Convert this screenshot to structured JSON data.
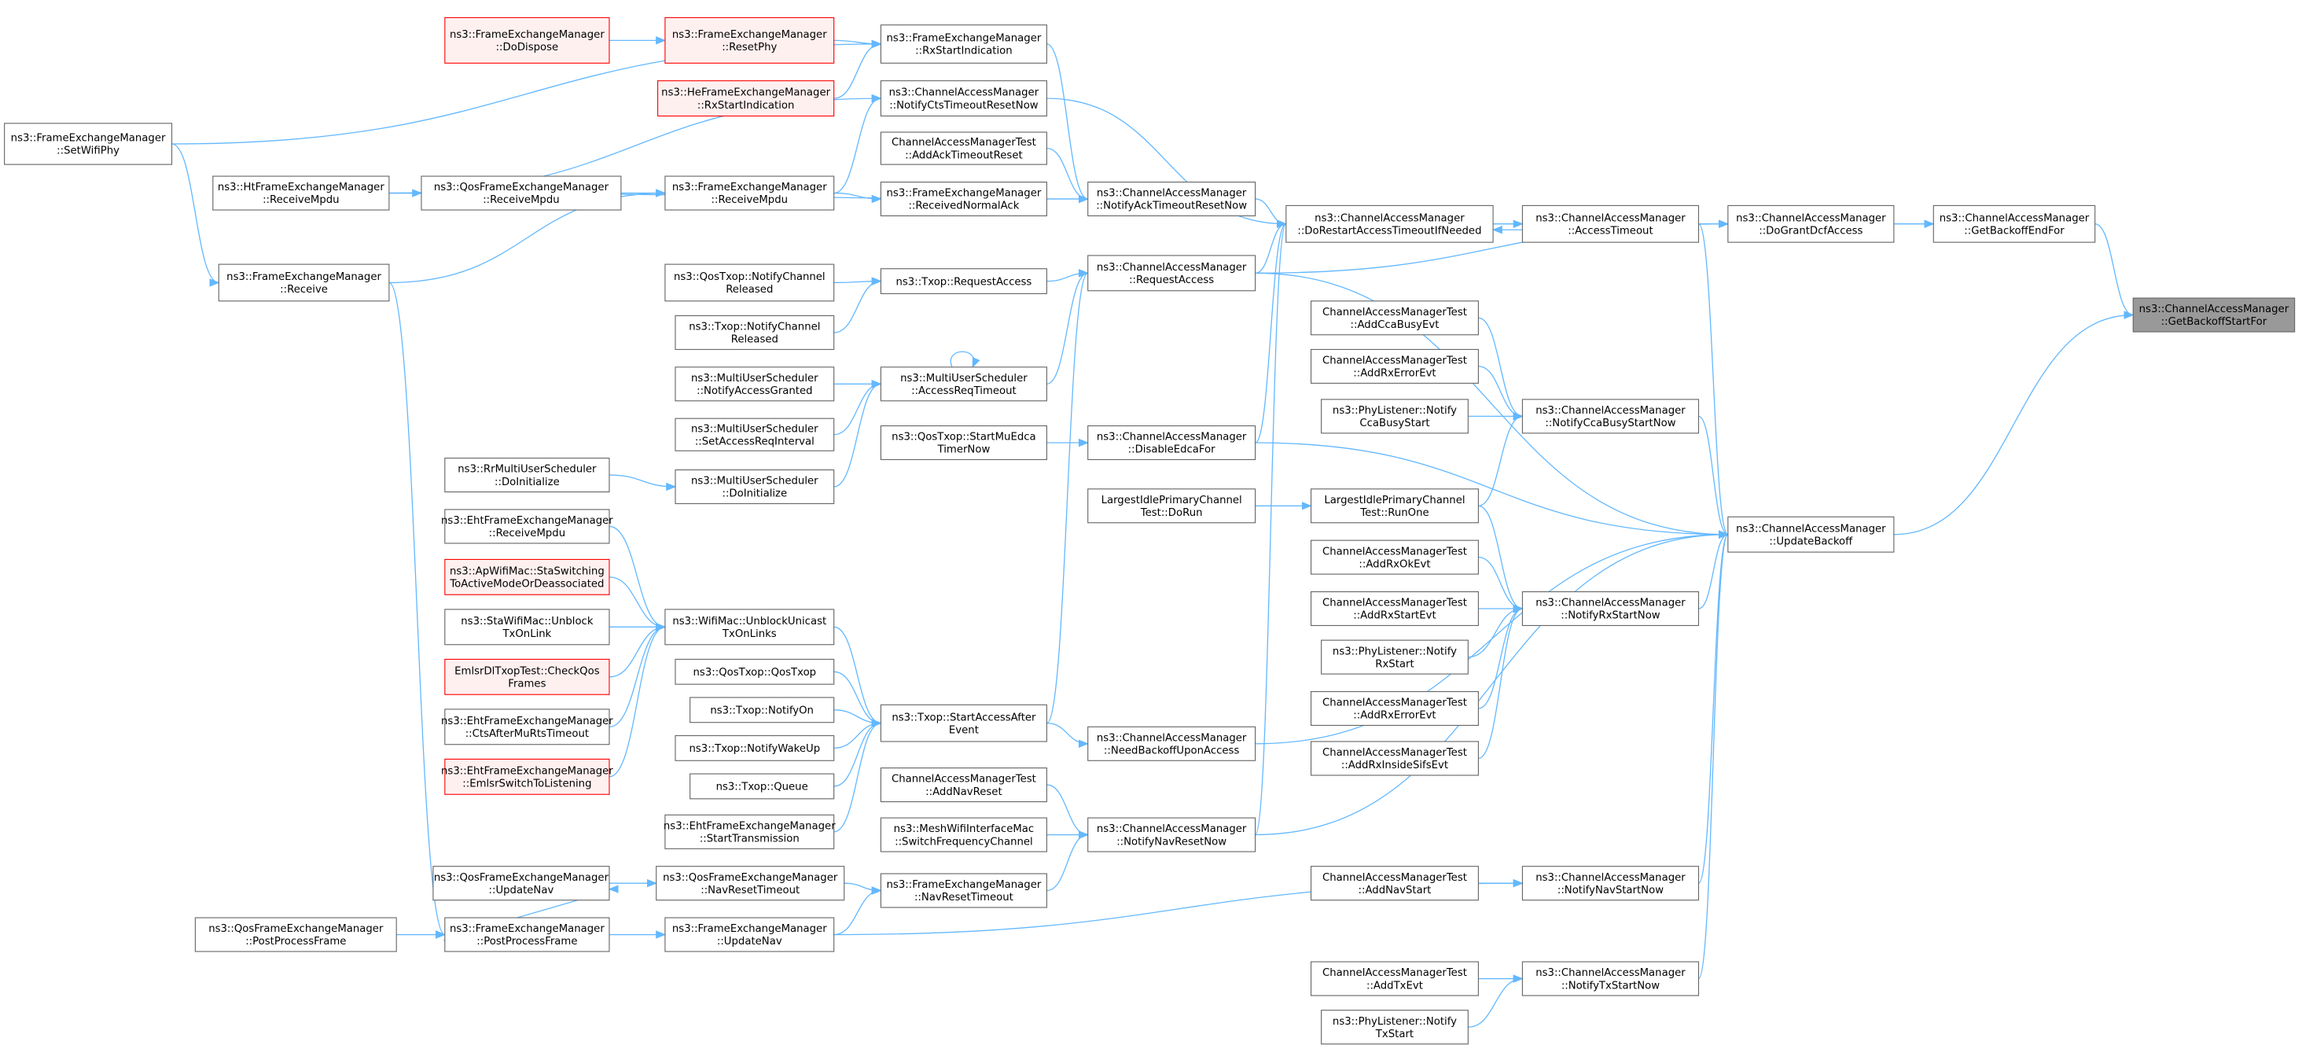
{
  "graph": {
    "type": "caller-graph",
    "colors": {
      "edge": "#63b8ff",
      "node_border": "#666666",
      "undocumented_border": "#ff0000",
      "undocumented_fill": "#fff0f0",
      "focus_fill": "#999999"
    },
    "nodes": [
      {
        "id": "setwifiphy",
        "lines": [
          "ns3::FrameExchangeManager",
          "::SetWifiPhy"
        ]
      },
      {
        "id": "dodispose",
        "lines": [
          "ns3::FrameExchangeManager",
          "::DoDispose"
        ],
        "style": "red"
      },
      {
        "id": "resetphy",
        "lines": [
          "ns3::FrameExchangeManager",
          "::ResetPhy"
        ],
        "style": "red"
      },
      {
        "id": "he_rxstart",
        "lines": [
          "ns3::HeFrameExchangeManager",
          "::RxStartIndication"
        ],
        "style": "red"
      },
      {
        "id": "rxstartind",
        "lines": [
          "ns3::FrameExchangeManager",
          "::RxStartIndication"
        ]
      },
      {
        "id": "notifycts",
        "lines": [
          "ns3::ChannelAccessManager",
          "::NotifyCtsTimeoutResetNow"
        ]
      },
      {
        "id": "addacktimeout",
        "lines": [
          "ChannelAccessManagerTest",
          "::AddAckTimeoutReset"
        ]
      },
      {
        "id": "ht_rxmpdu",
        "lines": [
          "ns3::HtFrameExchangeManager",
          "::ReceiveMpdu"
        ]
      },
      {
        "id": "qos_rxmpdu",
        "lines": [
          "ns3::QosFrameExchangeManager",
          "::ReceiveMpdu"
        ]
      },
      {
        "id": "fem_rxmpdu",
        "lines": [
          "ns3::FrameExchangeManager",
          "::ReceiveMpdu"
        ]
      },
      {
        "id": "rxnormalack",
        "lines": [
          "ns3::FrameExchangeManager",
          "::ReceivedNormalAck"
        ]
      },
      {
        "id": "notifyack",
        "lines": [
          "ns3::ChannelAccessManager",
          "::NotifyAckTimeoutResetNow"
        ]
      },
      {
        "id": "receive",
        "lines": [
          "ns3::FrameExchangeManager",
          "::Receive"
        ]
      },
      {
        "id": "qostxop_ncr",
        "lines": [
          "ns3::QosTxop::NotifyChannel",
          "Released"
        ]
      },
      {
        "id": "txop_reqaccess",
        "lines": [
          "ns3::Txop::RequestAccess"
        ]
      },
      {
        "id": "txop_ncr",
        "lines": [
          "ns3::Txop::NotifyChannel",
          "Released"
        ]
      },
      {
        "id": "cam_reqaccess",
        "lines": [
          "ns3::ChannelAccessManager",
          "::RequestAccess"
        ]
      },
      {
        "id": "dorestart",
        "lines": [
          "ns3::ChannelAccessManager",
          "::DoRestartAccessTimeoutIfNeeded"
        ]
      },
      {
        "id": "accesstimeout",
        "lines": [
          "ns3::ChannelAccessManager",
          "::AccessTimeout"
        ]
      },
      {
        "id": "dogrant",
        "lines": [
          "ns3::ChannelAccessManager",
          "::DoGrantDcfAccess"
        ]
      },
      {
        "id": "getbackoffend",
        "lines": [
          "ns3::ChannelAccessManager",
          "::GetBackoffEndFor"
        ]
      },
      {
        "id": "getbackoffstart",
        "lines": [
          "ns3::ChannelAccessManager",
          "::GetBackoffStartFor"
        ],
        "style": "focus"
      },
      {
        "id": "mus_nag",
        "lines": [
          "ns3::MultiUserScheduler",
          "::NotifyAccessGranted"
        ]
      },
      {
        "id": "mus_art",
        "lines": [
          "ns3::MultiUserScheduler",
          "::AccessReqTimeout"
        ]
      },
      {
        "id": "mus_sari",
        "lines": [
          "ns3::MultiUserScheduler",
          "::SetAccessReqInterval"
        ]
      },
      {
        "id": "startmuedca",
        "lines": [
          "ns3::QosTxop::StartMuEdca",
          "TimerNow"
        ]
      },
      {
        "id": "disableedca",
        "lines": [
          "ns3::ChannelAccessManager",
          "::DisableEdcaFor"
        ]
      },
      {
        "id": "rr_doinit",
        "lines": [
          "ns3::RrMultiUserScheduler",
          "::DoInitialize"
        ]
      },
      {
        "id": "mus_doinit",
        "lines": [
          "ns3::MultiUserScheduler",
          "::DoInitialize"
        ]
      },
      {
        "id": "addccabusy",
        "lines": [
          "ChannelAccessManagerTest",
          "::AddCcaBusyEvt"
        ]
      },
      {
        "id": "addrxerror1",
        "lines": [
          "ChannelAccessManagerTest",
          "::AddRxErrorEvt"
        ]
      },
      {
        "id": "phy_ccabusy",
        "lines": [
          "ns3::PhyListener::Notify",
          "CcaBusyStart"
        ]
      },
      {
        "id": "notifyccabusy",
        "lines": [
          "ns3::ChannelAccessManager",
          "::NotifyCcaBusyStartNow"
        ]
      },
      {
        "id": "lip_dorun",
        "lines": [
          "LargestIdlePrimaryChannel",
          "Test::DoRun"
        ]
      },
      {
        "id": "lip_runone",
        "lines": [
          "LargestIdlePrimaryChannel",
          "Test::RunOne"
        ]
      },
      {
        "id": "updatebackoff",
        "lines": [
          "ns3::ChannelAccessManager",
          "::UpdateBackoff"
        ]
      },
      {
        "id": "eht_rxmpdu",
        "lines": [
          "ns3::EhtFrameExchangeManager",
          "::ReceiveMpdu"
        ]
      },
      {
        "id": "apwifimac",
        "lines": [
          "ns3::ApWifiMac::StaSwitching",
          "ToActiveModeOrDeassociated"
        ],
        "style": "red"
      },
      {
        "id": "stawifimac",
        "lines": [
          "ns3::StaWifiMac::Unblock",
          "TxOnLink"
        ]
      },
      {
        "id": "unblock",
        "lines": [
          "ns3::WifiMac::UnblockUnicast",
          "TxOnLinks"
        ]
      },
      {
        "id": "emlsrdl",
        "lines": [
          "EmlsrDlTxopTest::CheckQos",
          "Frames"
        ],
        "style": "red"
      },
      {
        "id": "ctsaftermurts",
        "lines": [
          "ns3::EhtFrameExchangeManager",
          "::CtsAfterMuRtsTimeout"
        ]
      },
      {
        "id": "emlsrswitch",
        "lines": [
          "ns3::EhtFrameExchangeManager",
          "::EmlsrSwitchToListening"
        ],
        "style": "red"
      },
      {
        "id": "addrxok",
        "lines": [
          "ChannelAccessManagerTest",
          "::AddRxOkEvt"
        ]
      },
      {
        "id": "addrxstart",
        "lines": [
          "ChannelAccessManagerTest",
          "::AddRxStartEvt"
        ]
      },
      {
        "id": "notifyrxstart",
        "lines": [
          "ns3::ChannelAccessManager",
          "::NotifyRxStartNow"
        ]
      },
      {
        "id": "phy_rxstart",
        "lines": [
          "ns3::PhyListener::Notify",
          "RxStart"
        ]
      },
      {
        "id": "addrxerror2",
        "lines": [
          "ChannelAccessManagerTest",
          "::AddRxErrorEvt"
        ]
      },
      {
        "id": "addrxsifs",
        "lines": [
          "ChannelAccessManagerTest",
          "::AddRxInsideSifsEvt"
        ]
      },
      {
        "id": "qostxop",
        "lines": [
          "ns3::QosTxop::QosTxop"
        ]
      },
      {
        "id": "notifyon",
        "lines": [
          "ns3::Txop::NotifyOn"
        ]
      },
      {
        "id": "notifywakeup",
        "lines": [
          "ns3::Txop::NotifyWakeUp"
        ]
      },
      {
        "id": "queue",
        "lines": [
          "ns3::Txop::Queue"
        ]
      },
      {
        "id": "saae",
        "lines": [
          "ns3::Txop::StartAccessAfter",
          "Event"
        ]
      },
      {
        "id": "needbackoff",
        "lines": [
          "ns3::ChannelAccessManager",
          "::NeedBackoffUponAccess"
        ]
      },
      {
        "id": "eht_starttx",
        "lines": [
          "ns3::EhtFrameExchangeManager",
          "::StartTransmission"
        ]
      },
      {
        "id": "addnavreset",
        "lines": [
          "ChannelAccessManagerTest",
          "::AddNavReset"
        ]
      },
      {
        "id": "meshswitch",
        "lines": [
          "ns3::MeshWifiInterfaceMac",
          "::SwitchFrequencyChannel"
        ]
      },
      {
        "id": "notifynavreset",
        "lines": [
          "ns3::ChannelAccessManager",
          "::NotifyNavResetNow"
        ]
      },
      {
        "id": "qos_updatenav",
        "lines": [
          "ns3::QosFrameExchangeManager",
          "::UpdateNav"
        ]
      },
      {
        "id": "qos_navreset",
        "lines": [
          "ns3::QosFrameExchangeManager",
          "::NavResetTimeout"
        ]
      },
      {
        "id": "fem_navreset",
        "lines": [
          "ns3::FrameExchangeManager",
          "::NavResetTimeout"
        ]
      },
      {
        "id": "qos_postproc",
        "lines": [
          "ns3::QosFrameExchangeManager",
          "::PostProcessFrame"
        ]
      },
      {
        "id": "fem_postproc",
        "lines": [
          "ns3::FrameExchangeManager",
          "::PostProcessFrame"
        ]
      },
      {
        "id": "fem_updatenav",
        "lines": [
          "ns3::FrameExchangeManager",
          "::UpdateNav"
        ]
      },
      {
        "id": "addnavstart",
        "lines": [
          "ChannelAccessManagerTest",
          "::AddNavStart"
        ]
      },
      {
        "id": "notifynavstart",
        "lines": [
          "ns3::ChannelAccessManager",
          "::NotifyNavStartNow"
        ]
      },
      {
        "id": "addtxevt",
        "lines": [
          "ChannelAccessManagerTest",
          "::AddTxEvt"
        ]
      },
      {
        "id": "notifytxstart",
        "lines": [
          "ns3::ChannelAccessManager",
          "::NotifyTxStartNow"
        ]
      },
      {
        "id": "phy_txstart",
        "lines": [
          "ns3::PhyListener::Notify",
          "TxStart"
        ]
      }
    ],
    "edges": [
      [
        "dodispose",
        "resetphy"
      ],
      [
        "resetphy",
        "rxstartind"
      ],
      [
        "he_rxstart",
        "rxstartind"
      ],
      [
        "setwifiphy",
        "rxstartind"
      ],
      [
        "setwifiphy",
        "receive"
      ],
      [
        "ht_rxmpdu",
        "qos_rxmpdu"
      ],
      [
        "qos_rxmpdu",
        "fem_rxmpdu"
      ],
      [
        "ht_rxmpdu",
        "notifycts"
      ],
      [
        "ht_rxmpdu",
        "notifyack"
      ],
      [
        "receive",
        "fem_rxmpdu"
      ],
      [
        "fem_rxmpdu",
        "notifycts"
      ],
      [
        "fem_rxmpdu",
        "rxnormalack"
      ],
      [
        "rxnormalack",
        "notifyack"
      ],
      [
        "addacktimeout",
        "notifyack"
      ],
      [
        "rxstartind",
        "notifyack"
      ],
      [
        "notifycts",
        "dorestart"
      ],
      [
        "notifyack",
        "dorestart"
      ],
      [
        "cam_reqaccess",
        "dorestart"
      ],
      [
        "accesstimeout",
        "dorestart"
      ],
      [
        "dorestart",
        "accesstimeout"
      ],
      [
        "dorestart",
        "getbackoffend"
      ],
      [
        "cam_reqaccess",
        "dogrant"
      ],
      [
        "accesstimeout",
        "dogrant"
      ],
      [
        "dogrant",
        "getbackoffend"
      ],
      [
        "getbackoffend",
        "getbackoffstart"
      ],
      [
        "updatebackoff",
        "getbackoffstart"
      ],
      [
        "accesstimeout",
        "updatebackoff"
      ],
      [
        "cam_reqaccess",
        "updatebackoff"
      ],
      [
        "notifyccabusy",
        "updatebackoff"
      ],
      [
        "disableedca",
        "updatebackoff"
      ],
      [
        "notifyrxstart",
        "updatebackoff"
      ],
      [
        "needbackoff",
        "updatebackoff"
      ],
      [
        "notifynavreset",
        "updatebackoff"
      ],
      [
        "notifynavstart",
        "updatebackoff"
      ],
      [
        "notifytxstart",
        "updatebackoff"
      ],
      [
        "lip_dorun",
        "lip_runone"
      ],
      [
        "lip_runone",
        "notifyccabusy"
      ],
      [
        "lip_runone",
        "notifyrxstart"
      ],
      [
        "qostxop_ncr",
        "txop_reqaccess"
      ],
      [
        "txop_ncr",
        "txop_reqaccess"
      ],
      [
        "txop_reqaccess",
        "cam_reqaccess"
      ],
      [
        "mus_art",
        "cam_reqaccess"
      ],
      [
        "mus_art",
        "mus_art"
      ],
      [
        "mus_nag",
        "mus_art"
      ],
      [
        "mus_sari",
        "mus_art"
      ],
      [
        "mus_doinit",
        "mus_art"
      ],
      [
        "rr_doinit",
        "mus_doinit"
      ],
      [
        "startmuedca",
        "disableedca"
      ],
      [
        "disableedca",
        "dorestart"
      ],
      [
        "saae",
        "cam_reqaccess"
      ],
      [
        "saae",
        "needbackoff"
      ],
      [
        "eht_rxmpdu",
        "unblock"
      ],
      [
        "apwifimac",
        "unblock"
      ],
      [
        "stawifimac",
        "unblock"
      ],
      [
        "emlsrdl",
        "unblock"
      ],
      [
        "ctsaftermurts",
        "unblock"
      ],
      [
        "emlsrswitch",
        "unblock"
      ],
      [
        "unblock",
        "saae"
      ],
      [
        "qostxop",
        "saae"
      ],
      [
        "notifyon",
        "saae"
      ],
      [
        "notifywakeup",
        "saae"
      ],
      [
        "queue",
        "saae"
      ],
      [
        "eht_starttx",
        "saae"
      ],
      [
        "addnavreset",
        "notifynavreset"
      ],
      [
        "meshswitch",
        "notifynavreset"
      ],
      [
        "notifynavreset",
        "dorestart"
      ],
      [
        "fem_navreset",
        "notifynavreset"
      ],
      [
        "qos_navreset",
        "fem_navreset"
      ],
      [
        "qos_updatenav",
        "qos_navreset"
      ],
      [
        "fem_updatenav",
        "fem_navreset"
      ],
      [
        "fem_postproc",
        "qos_updatenav"
      ],
      [
        "fem_postproc",
        "fem_updatenav"
      ],
      [
        "qos_postproc",
        "fem_postproc"
      ],
      [
        "receive",
        "fem_postproc"
      ],
      [
        "fem_updatenav",
        "notifynavstart"
      ],
      [
        "addnavstart",
        "notifynavstart"
      ],
      [
        "addtxevt",
        "notifytxstart"
      ],
      [
        "phy_txstart",
        "notifytxstart"
      ],
      [
        "addccabusy",
        "notifyccabusy"
      ],
      [
        "addrxerror1",
        "notifyccabusy"
      ],
      [
        "phy_ccabusy",
        "notifyccabusy"
      ],
      [
        "addrxok",
        "notifyrxstart"
      ],
      [
        "addrxstart",
        "notifyrxstart"
      ],
      [
        "phy_rxstart",
        "notifyrxstart"
      ],
      [
        "addrxerror2",
        "notifyrxstart"
      ],
      [
        "addrxsifs",
        "notifyrxstart"
      ]
    ]
  }
}
